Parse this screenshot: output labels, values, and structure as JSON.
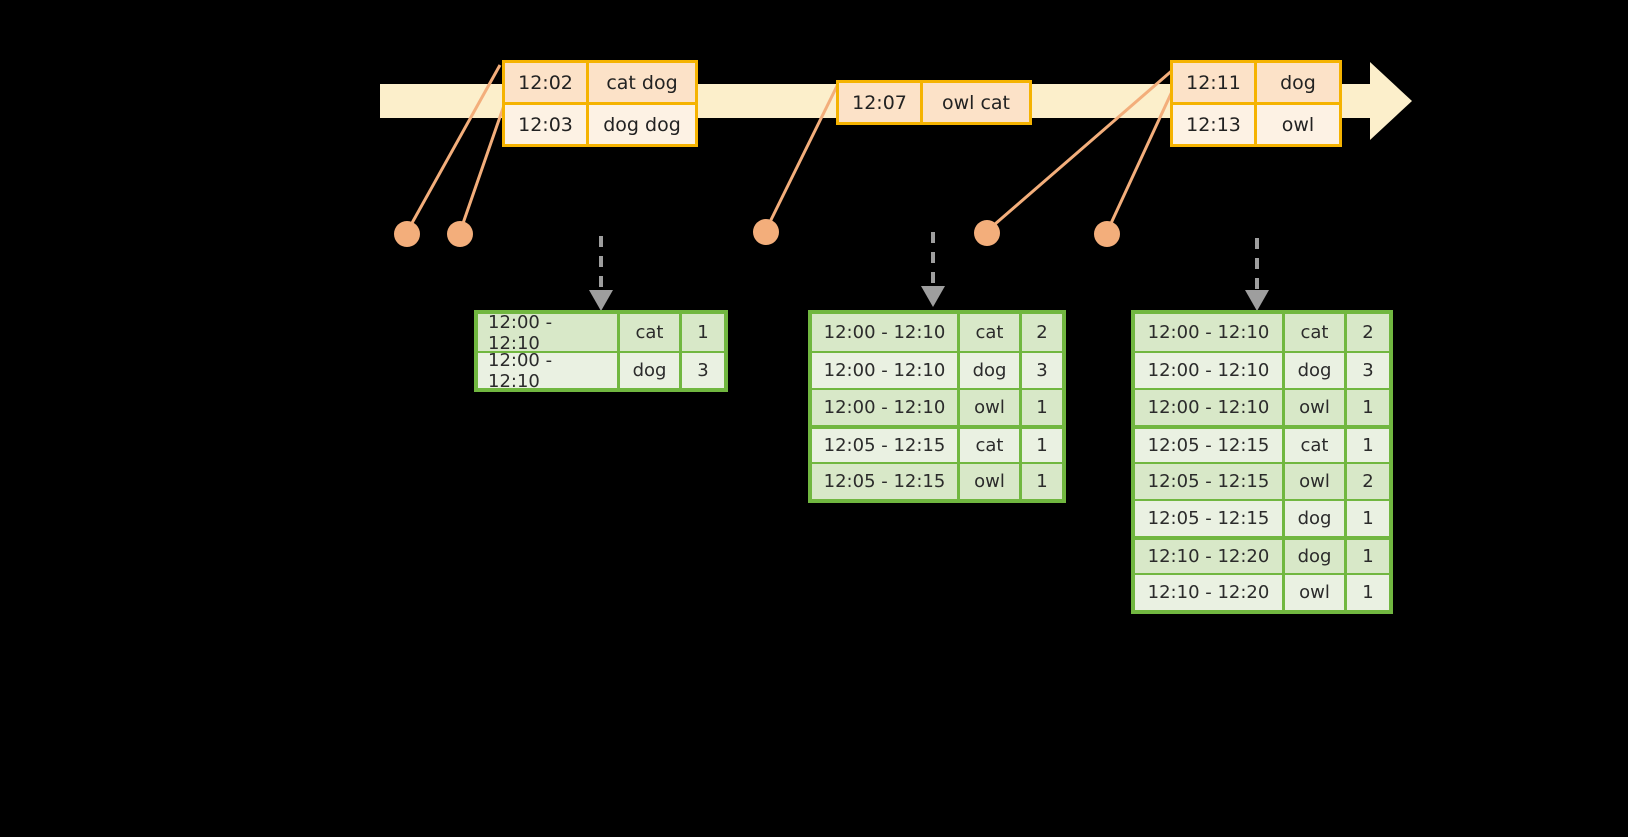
{
  "timeline": {
    "bar_color": "#FCEFCB",
    "arrow_color": "#FCEFCB",
    "events": [
      {
        "id": "event-group-1",
        "rows": [
          {
            "time": "12:02",
            "words": "cat dog"
          },
          {
            "time": "12:03",
            "words": "dog dog"
          }
        ]
      },
      {
        "id": "event-group-2",
        "rows": [
          {
            "time": "12:07",
            "words": "owl cat"
          }
        ]
      },
      {
        "id": "event-group-3",
        "rows": [
          {
            "time": "12:11",
            "words": "dog"
          },
          {
            "time": "12:13",
            "words": "owl"
          }
        ]
      }
    ]
  },
  "markers": {
    "color": "#F3AE7B",
    "count": 5
  },
  "results": [
    {
      "id": "result-table-1",
      "rows": [
        {
          "window": "12:00 - 12:10",
          "word": "cat",
          "count": "1"
        },
        {
          "window": "12:00 - 12:10",
          "word": "dog",
          "count": "3"
        }
      ]
    },
    {
      "id": "result-table-2",
      "rows": [
        {
          "window": "12:00 - 12:10",
          "word": "cat",
          "count": "2"
        },
        {
          "window": "12:00 - 12:10",
          "word": "dog",
          "count": "3"
        },
        {
          "window": "12:00 - 12:10",
          "word": "owl",
          "count": "1"
        },
        {
          "window": "12:05 - 12:15",
          "word": "cat",
          "count": "1"
        },
        {
          "window": "12:05 - 12:15",
          "word": "owl",
          "count": "1"
        }
      ]
    },
    {
      "id": "result-table-3",
      "rows": [
        {
          "window": "12:00 - 12:10",
          "word": "cat",
          "count": "2"
        },
        {
          "window": "12:00 - 12:10",
          "word": "dog",
          "count": "3"
        },
        {
          "window": "12:00 - 12:10",
          "word": "owl",
          "count": "1"
        },
        {
          "window": "12:05 - 12:15",
          "word": "cat",
          "count": "1"
        },
        {
          "window": "12:05 - 12:15",
          "word": "owl",
          "count": "2"
        },
        {
          "window": "12:05 - 12:15",
          "word": "dog",
          "count": "1"
        },
        {
          "window": "12:10 - 12:20",
          "word": "dog",
          "count": "1"
        },
        {
          "window": "12:10 - 12:20",
          "word": "owl",
          "count": "1"
        }
      ]
    }
  ],
  "colors": {
    "background": "#000000",
    "timeline_fill": "#FCEFCB",
    "event_border": "#F5B301",
    "event_fill_dark": "#FCE2C8",
    "event_fill_light": "#FDF2E4",
    "marker": "#F3AE7B",
    "table_border": "#71B740",
    "table_fill_dark": "#D8E8C8",
    "table_fill_light": "#EAF1E2",
    "arrow_gray": "#9E9E9E"
  }
}
